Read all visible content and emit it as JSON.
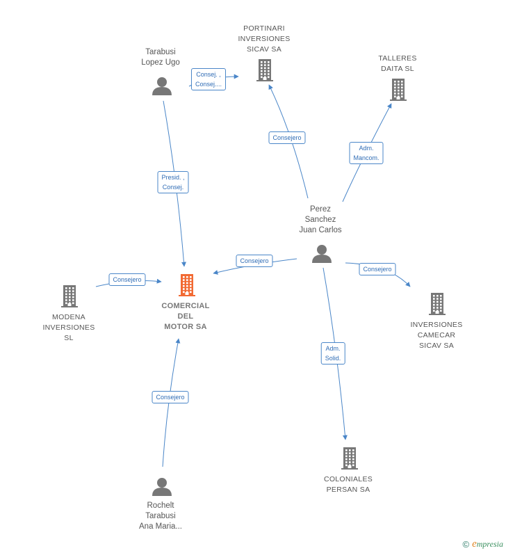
{
  "nodes": {
    "tarabusi_lopez": {
      "kind": "person",
      "label": [
        "Tarabusi",
        "Lopez Ugo"
      ]
    },
    "portinari": {
      "kind": "company",
      "label": [
        "PORTINARI",
        "INVERSIONES",
        "SICAV SA"
      ]
    },
    "talleres_daita": {
      "kind": "company",
      "label": [
        "TALLERES",
        "DAITA SL"
      ]
    },
    "perez_sanchez": {
      "kind": "person",
      "label": [
        "Perez",
        "Sanchez",
        "Juan Carlos"
      ]
    },
    "comercial_motor": {
      "kind": "focus",
      "label": [
        "COMERCIAL",
        "DEL",
        "MOTOR SA"
      ]
    },
    "modena": {
      "kind": "company",
      "label": [
        "MODENA",
        "INVERSIONES",
        "SL"
      ]
    },
    "camecar": {
      "kind": "company",
      "label": [
        "INVERSIONES",
        "CAMECAR",
        "SICAV SA"
      ]
    },
    "coloniales": {
      "kind": "company",
      "label": [
        "COLONIALES",
        "PERSAN SA"
      ]
    },
    "rochelt": {
      "kind": "person",
      "label": [
        "Rochelt",
        "Tarabusi",
        "Ana Maria..."
      ]
    }
  },
  "edges": {
    "tarabusi_portinari": [
      "Consej. ,",
      "Consej...."
    ],
    "tarabusi_comercial": [
      "Presid. ,",
      "Consej."
    ],
    "perez_portinari": [
      "Consejero"
    ],
    "perez_talleres": [
      "Adm.",
      "Mancom."
    ],
    "perez_comercial": [
      "Consejero"
    ],
    "perez_camecar": [
      "Consejero"
    ],
    "perez_coloniales": [
      "Adm.",
      "Solid."
    ],
    "modena_comercial": [
      "Consejero"
    ],
    "rochelt_comercial": [
      "Consejero"
    ]
  },
  "colors": {
    "edge": "#4a86c8",
    "edge_label_text": "#2f6cb5",
    "icon_gray": "#777777",
    "focus": "#f26a33"
  },
  "footer": {
    "copyright": "©",
    "brand_initial": "e",
    "brand_rest": "mpresia"
  }
}
